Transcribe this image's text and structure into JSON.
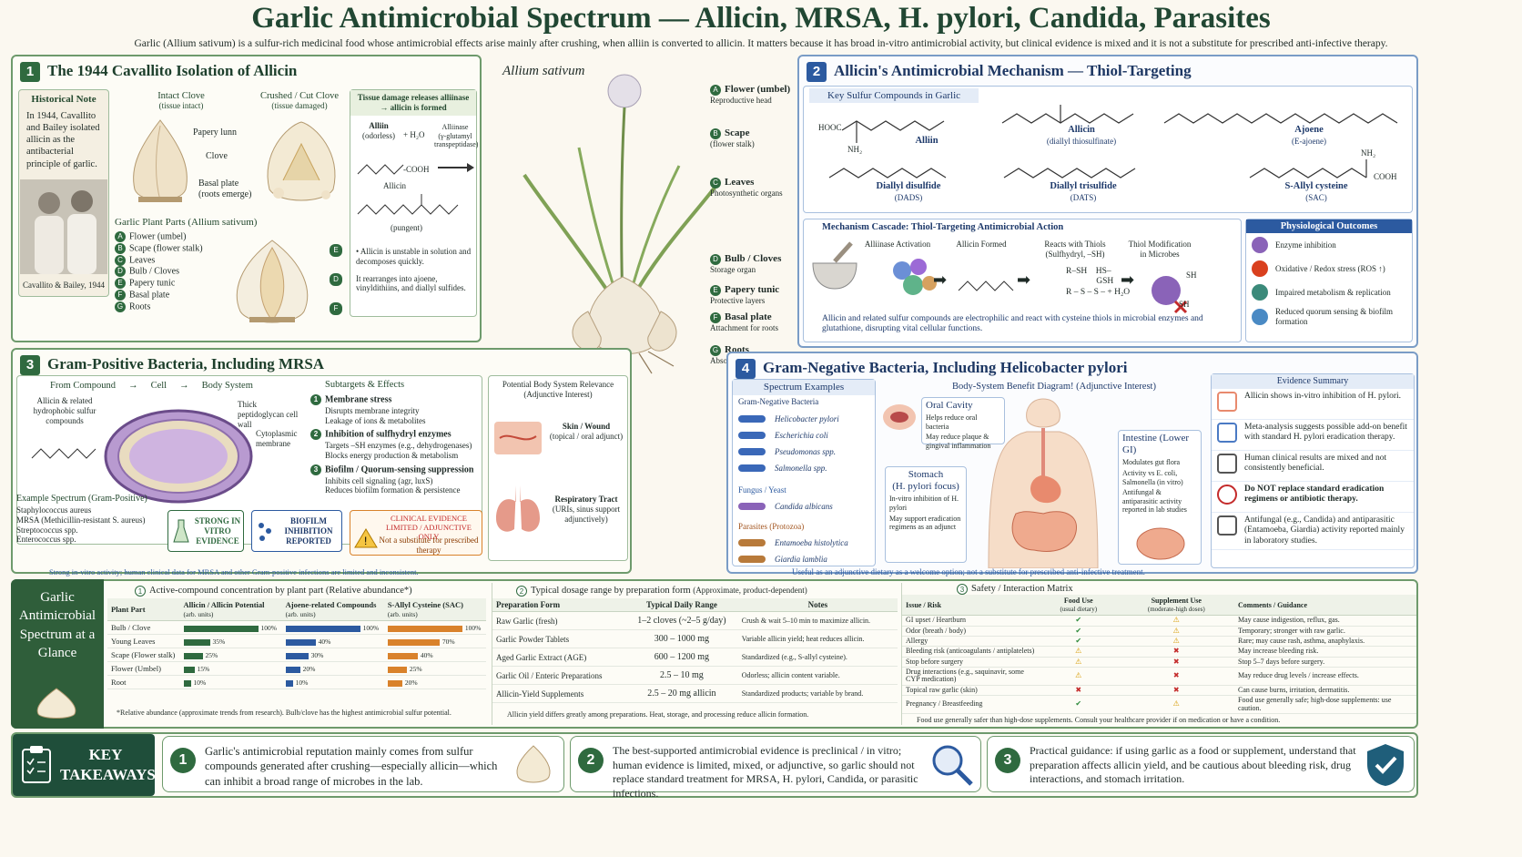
{
  "header": {
    "title": "Garlic Antimicrobial Spectrum — Allicin, MRSA, H. pylori, Candida, Parasites",
    "intro": "Garlic (Allium sativum) is a sulfur-rich medicinal food whose antimicrobial effects arise mainly after crushing, when alliin is converted to allicin.   It matters because it has broad in-vitro antimicrobial activity, but clinical evidence is mixed and it is not a substitute for prescribed anti-infective therapy."
  },
  "p1": {
    "num": "1",
    "title": "The 1944 Cavallito Isolation of Allicin",
    "hist_title": "Historical Note",
    "hist_text": "In 1944, Cavallito and Bailey isolated allicin as the antibacterial principle of garlic.",
    "photo_caption": "Cavallito & Bailey, 1944",
    "intact": "Intact Clove",
    "intact_sub": "(tissue intact)",
    "crushed": "Crushed / Cut Clove",
    "crushed_sub": "(tissue damaged)",
    "clove_labels": [
      "Papery lunn",
      "Clove",
      "Basal plate (roots emerge)"
    ],
    "reaction_title": "Tissue damage releases alliinase → allicin is formed",
    "alliin": "Alliin",
    "alliin_sub": "(odorless)",
    "h2o": "+ H₂O",
    "enzyme": "Alliinase",
    "enzyme_sub": "(γ-glutamyl transpeptidase)",
    "allicin": "Allicin",
    "cooh": "-COOH",
    "pungent": "(pungent)",
    "notes": [
      "Allicin is unstable in solution and decomposes quickly.",
      "It rearranges into ajoene, vinyldithiins, and diallyl sulfides."
    ],
    "parts_title": "Garlic Plant Parts (Allium sativum)",
    "parts": [
      {
        "k": "A",
        "t": "Flower (umbel)"
      },
      {
        "k": "B",
        "t": "Scape (flower stalk)"
      },
      {
        "k": "C",
        "t": "Leaves"
      },
      {
        "k": "D",
        "t": "Bulb / Cloves"
      },
      {
        "k": "E",
        "t": "Papery tunic"
      },
      {
        "k": "F",
        "t": "Basal plate"
      },
      {
        "k": "G",
        "t": "Roots"
      }
    ],
    "side_keys": [
      "E",
      "D",
      "F"
    ]
  },
  "plant": {
    "title": "Allium sativum",
    "labels": [
      {
        "k": "A",
        "t": "Flower (umbel)",
        "s": "Reproductive head"
      },
      {
        "k": "B",
        "t": "Scape",
        "s": "(flower stalk)"
      },
      {
        "k": "C",
        "t": "Leaves",
        "s": "Photosynthetic organs"
      },
      {
        "k": "D",
        "t": "Bulb / Cloves",
        "s": "Storage organ"
      },
      {
        "k": "E",
        "t": "Papery tunic",
        "s": "Protective layers"
      },
      {
        "k": "F",
        "t": "Basal plate",
        "s": "Attachment for roots"
      },
      {
        "k": "G",
        "t": "Roots",
        "s": "Absorb water & nutrients"
      }
    ]
  },
  "p2": {
    "num": "2",
    "title": "Allicin's Antimicrobial Mechanism — Thiol-Targeting",
    "compounds_title": "Key Sulfur Compounds in Garlic",
    "compounds": [
      {
        "n": "Alliin",
        "s": ""
      },
      {
        "n": "Allicin",
        "s": "(diallyl thiosulfinate)"
      },
      {
        "n": "Ajoene",
        "s": "(E-ajoene)"
      },
      {
        "n": "Diallyl disulfide",
        "s": "(DADS)"
      },
      {
        "n": "Diallyl trisulfide",
        "s": "(DATS)"
      },
      {
        "n": "S-Allyl cysteine",
        "s": "(SAC)"
      }
    ],
    "chem": {
      "hooc": "HOOC",
      "nh2": "NH₂",
      "cooh": "COOH"
    },
    "cascade_title": "Mechanism Cascade:  Thiol-Targeting Antimicrobial Action",
    "steps": [
      "Alliinase Activation",
      "Allicin Formed",
      "Reacts with Thiols (Sulfhydryl, –SH)",
      "Thiol Modification in Microbes"
    ],
    "thiol": [
      "R–SH",
      "HS–",
      "GSH",
      "R – S – S –",
      "+ H₂O",
      "SH",
      "SH"
    ],
    "cascade_note": "Allicin and related sulfur compounds are electrophilic and react with cysteine thiols in microbial enzymes and glutathione, disrupting vital cellular functions.",
    "outcomes_title": "Physiological Outcomes",
    "outcomes": [
      "Enzyme inhibition",
      "Oxidative / Redox stress (ROS ↑)",
      "Impaired metabolism & replication",
      "Reduced quorum sensing & biofilm formation"
    ]
  },
  "p3": {
    "num": "3",
    "title": "Gram-Positive Bacteria, Including MRSA",
    "flow": [
      "From Compound",
      "→",
      "Cell",
      "→",
      "Body System"
    ],
    "compound_label": "Allicin & related hydrophobic sulfur compounds",
    "cell_labels": [
      "Thick peptidoglycan cell wall",
      "Cytoplasmic membrane"
    ],
    "sub_title": "Subtargets & Effects",
    "subs": [
      {
        "k": "1",
        "t": "Membrane stress",
        "b": [
          "Disrupts membrane integrity",
          "Leakage of ions & metabolites"
        ]
      },
      {
        "k": "2",
        "t": "Inhibition of sulfhydryl enzymes",
        "b": [
          "Targets –SH enzymes (e.g., dehydrogenases)",
          "Blocks energy production & metabolism"
        ]
      },
      {
        "k": "3",
        "t": "Biofilm / Quorum-sensing suppression",
        "b": [
          "Inhibits cell signaling (agr, luxS)",
          "Reduces biofilm formation & persistence"
        ]
      }
    ],
    "ex_title": "Example Spectrum (Gram-Positive)",
    "examples": [
      "Staphylococcus aureus",
      "MRSA (Methicillin-resistant S. aureus)",
      "Streptococcus spp.",
      "Enterococcus spp."
    ],
    "badge1": "STRONG IN VITRO EVIDENCE",
    "badge2": "BIOFILM INHIBITION REPORTED",
    "badge3_t": "CLINICAL EVIDENCE LIMITED / ADJUNCTIVE ONLY",
    "badge3_s": "Not a substitute for prescribed therapy",
    "body_title": "Potential Body System Relevance",
    "body_sub": "(Adjunctive Interest)",
    "skin": "Skin / Wound",
    "skin_s": "(topical / oral adjunct)",
    "resp": "Respiratory Tract",
    "resp_s": "(URIs, sinus support adjunctively)",
    "footnote": "Strong in-vitro activity; human clinical data for MRSA and other Gram-positive infections are limited and inconsistent."
  },
  "p4": {
    "num": "4",
    "title": "Gram-Negative Bacteria, Including Helicobacter pylori",
    "spectrum_title": "Spectrum Examples",
    "gneg_title": "Gram-Negative Bacteria",
    "gneg": [
      "Helicobacter pylori",
      "Escherichia coli",
      "Pseudomonas spp.",
      "Salmonella spp."
    ],
    "fungus_title": "Fungus / Yeast",
    "fungus": [
      "Candida albicans"
    ],
    "parasite_title": "Parasites (Protozoa)",
    "parasites": [
      "Entamoeba histolytica",
      "Giardia lamblia"
    ],
    "body_title": "Body-System Benefit Diagram! (Adjunctive Interest)",
    "oral_t": "Oral Cavity",
    "oral_b": [
      "Helps reduce oral bacteria",
      "May reduce plaque & gingival inflammation"
    ],
    "stomach_t": "Stomach",
    "stomach_s": "(H. pylori focus)",
    "stomach_b": [
      "In-vitro inhibition of H. pylori",
      "May support eradication regimens as an adjunct"
    ],
    "int_t": "Intestine (Lower GI)",
    "int_b": [
      "Modulates gut flora",
      "Activity vs E. coli, Salmonella (in vitro)",
      "Antifungal & antiparasitic activity reported in lab studies"
    ],
    "ev_title": "Evidence Summary",
    "evidence": [
      "Allicin shows in-vitro inhibition of H. pylori.",
      "Meta-analysis suggests possible add-on benefit with standard H. pylori eradication therapy.",
      "Human clinical results are mixed and not consistently beneficial.",
      "Do NOT replace standard eradication regimens or antibiotic therapy.",
      "Antifungal (e.g., Candida) and antiparasitic (Entamoeba, Giardia) activity reported mainly in laboratory studies."
    ],
    "footnote": "Useful as an adjunctive dietary as a welcome option; not a substitute for prescribed anti-infective treatment."
  },
  "glance": {
    "title": "Garlic Antimicrobial Spectrum at a Glance"
  },
  "t1": {
    "num": "1",
    "title": "Active-compound concentration by plant part",
    "title_s": "(Relative abundance*)",
    "cols": [
      "Plant Part",
      "Allicin / Allicin Potential",
      "Ajoene-related Compounds",
      "S-Allyl Cysteine (SAC)"
    ],
    "units": [
      "",
      "(arb. units)",
      "(arb. units)",
      "(arb. units)"
    ],
    "rows": [
      {
        "p": "Bulb / Clove",
        "a": 100,
        "b": 100,
        "c": 100
      },
      {
        "p": "Young Leaves",
        "a": 35,
        "b": 40,
        "c": 70
      },
      {
        "p": "Scape (Flower stalk)",
        "a": 25,
        "b": 30,
        "c": 40
      },
      {
        "p": "Flower (Umbel)",
        "a": 15,
        "b": 20,
        "c": 25
      },
      {
        "p": "Root",
        "a": 10,
        "b": 10,
        "c": 20
      }
    ],
    "note": "*Relative abundance (approximate trends from research). Bulb/clove has the highest antimicrobial sulfur potential."
  },
  "t2": {
    "num": "2",
    "title": "Typical dosage range by preparation form",
    "title_s": "(Approximate, product-dependent)",
    "cols": [
      "Preparation Form",
      "Typical Daily Range",
      "Notes"
    ],
    "rows": [
      [
        "Raw Garlic (fresh)",
        "1–2 cloves (~2–5 g/day)",
        "Crush & wait 5–10 min to maximize allicin."
      ],
      [
        "Garlic Powder Tablets",
        "300 – 1000 mg",
        "Variable allicin yield; heat reduces allicin."
      ],
      [
        "Aged Garlic Extract (AGE)",
        "600 – 1200 mg",
        "Standardized (e.g., S-allyl cysteine)."
      ],
      [
        "Garlic Oil / Enteric Preparations",
        "2.5 – 10 mg",
        "Odorless; allicin content variable."
      ],
      [
        "Allicin-Yield Supplements",
        "2.5 – 20 mg allicin",
        "Standardized products; variable by brand."
      ]
    ],
    "note": "Allicin yield differs greatly among preparations.  Heat, storage, and processing reduce allicin formation."
  },
  "t3": {
    "num": "3",
    "title": "Safety / Interaction Matrix",
    "cols": [
      "Issue / Risk",
      "Food Use",
      "Supplement Use",
      "Comments / Guidance"
    ],
    "cols_s": [
      "",
      "(usual dietary)",
      "(moderate-high doses)",
      ""
    ],
    "rows": [
      [
        "GI upset / Heartburn",
        "✔",
        "⚠",
        "May cause indigestion, reflux, gas."
      ],
      [
        "Odor (breath / body)",
        "✔",
        "⚠",
        "Temporary; stronger with raw garlic."
      ],
      [
        "Allergy",
        "✔",
        "⚠",
        "Rare; may cause rash, asthma, anaphylaxis."
      ],
      [
        "Bleeding risk (anticoagulants / antiplatelets)",
        "⚠",
        "✖",
        "May increase bleeding risk."
      ],
      [
        "Stop before surgery",
        "⚠",
        "✖",
        "Stop 5–7 days before surgery."
      ],
      [
        "Drug interactions (e.g., saquinavir, some CYP medication)",
        "⚠",
        "✖",
        "May reduce drug levels / increase effects."
      ],
      [
        "Topical raw garlic (skin)",
        "✖",
        "✖",
        "Can cause burns, irritation, dermatitis."
      ],
      [
        "Pregnancy / Breastfeeding",
        "✔",
        "⚠",
        "Food use generally safe; high-dose supplements: use caution."
      ]
    ],
    "note": "Food use generally safer than high-dose supplements. Consult your healthcare provider if on medication or have a condition."
  },
  "keys": {
    "title": "KEY TAKEAWAYS",
    "items": [
      "Garlic's antimicrobial reputation mainly comes from sulfur compounds generated after crushing—especially allicin—which can inhibit a broad range of microbes in the lab.",
      "The best-supported antimicrobial evidence is preclinical / in vitro; human evidence is limited, mixed, or adjunctive, so garlic should not replace standard treatment for MRSA, H. pylori, Candida, or parasitic infections.",
      "Practical guidance: if using garlic as a food or supplement, understand that preparation affects allicin yield, and be cautious about bleeding risk, drug interactions, and stomach irritation."
    ],
    "nums": [
      "1",
      "2",
      "3"
    ]
  },
  "colors": {
    "green": "#2f6a3f",
    "blue": "#2c5aa0",
    "orange": "#d9822b",
    "red": "#c42b2b"
  }
}
